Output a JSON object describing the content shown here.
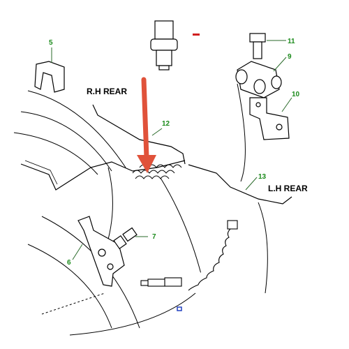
{
  "diagram": {
    "labels": {
      "rh_rear": "R.H REAR",
      "lh_rear": "L.H REAR"
    },
    "callouts": [
      {
        "id": "5",
        "text": "5"
      },
      {
        "id": "6",
        "text": "6"
      },
      {
        "id": "7",
        "text": "7"
      },
      {
        "id": "9",
        "text": "9"
      },
      {
        "id": "10",
        "text": "10"
      },
      {
        "id": "11",
        "text": "11"
      },
      {
        "id": "12",
        "text": "12"
      },
      {
        "id": "13",
        "text": "13"
      }
    ],
    "colors": {
      "callout_text": "#1a8a1a",
      "leader_line": "#2a6a2a",
      "outline": "#000000",
      "highlight_arrow": "#e0523a",
      "blue_marker": "#2040c0",
      "red_marker": "#d02020"
    }
  }
}
